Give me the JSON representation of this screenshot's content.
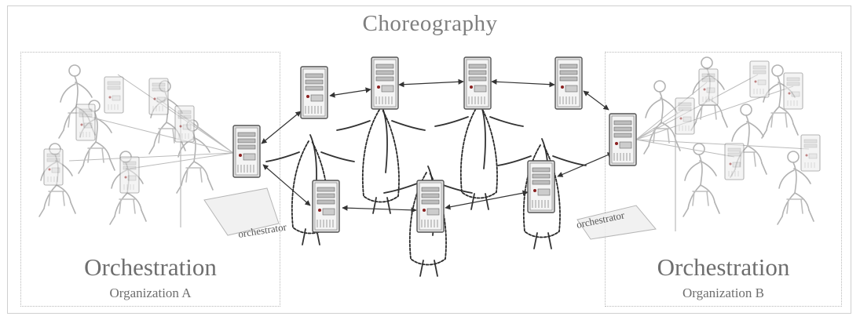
{
  "title": "Choreography",
  "left": {
    "caption": "Orchestration",
    "organization": "Organization A",
    "platform_label": "orchestrator"
  },
  "right": {
    "caption": "Orchestration",
    "organization": "Organization B",
    "platform_label": "orchestrator"
  },
  "colors": {
    "text": "#7f7f7f",
    "frame": "#cfcfcf",
    "server_face": "#e3e3e3",
    "server_edge": "#555555",
    "arrow": "#333333",
    "sketch": "#9a9a9a",
    "dancer": "#3a3a3a"
  },
  "icons": {
    "server": "server-icon",
    "musician": "musician-figure",
    "dancer": "dancer-figure"
  }
}
